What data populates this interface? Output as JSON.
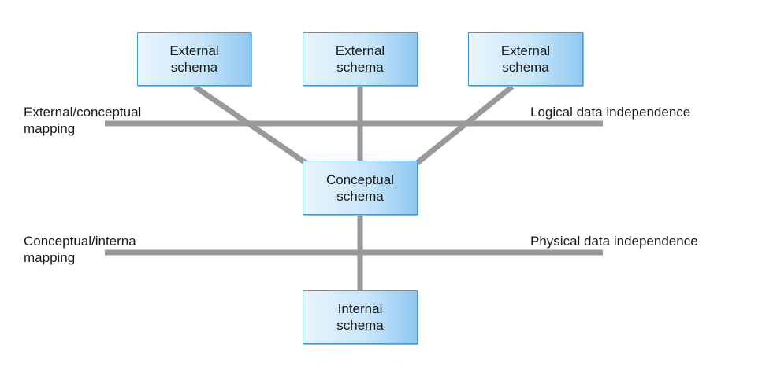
{
  "diagram": {
    "external_schemas": [
      {
        "line1": "External",
        "line2": "schema"
      },
      {
        "line1": "External",
        "line2": "schema"
      },
      {
        "line1": "External",
        "line2": "schema"
      }
    ],
    "conceptual_schema": {
      "line1": "Conceptual",
      "line2": "schema"
    },
    "internal_schema": {
      "line1": "Internal",
      "line2": "schema"
    },
    "external_conceptual_mapping": {
      "line1": "External/conceptual",
      "line2": "mapping"
    },
    "conceptual_internal_mapping": {
      "line1": "Conceptual/interna",
      "line2": "mapping"
    },
    "logical_independence": "Logical data independence",
    "physical_independence": "Physical data independence"
  },
  "colors": {
    "connector": "#999999",
    "box_border": "#3f9bd8",
    "box_fill_light": "#eaf5fd",
    "box_fill_dark": "#8fc8f0",
    "text": "#1a1a1a"
  }
}
